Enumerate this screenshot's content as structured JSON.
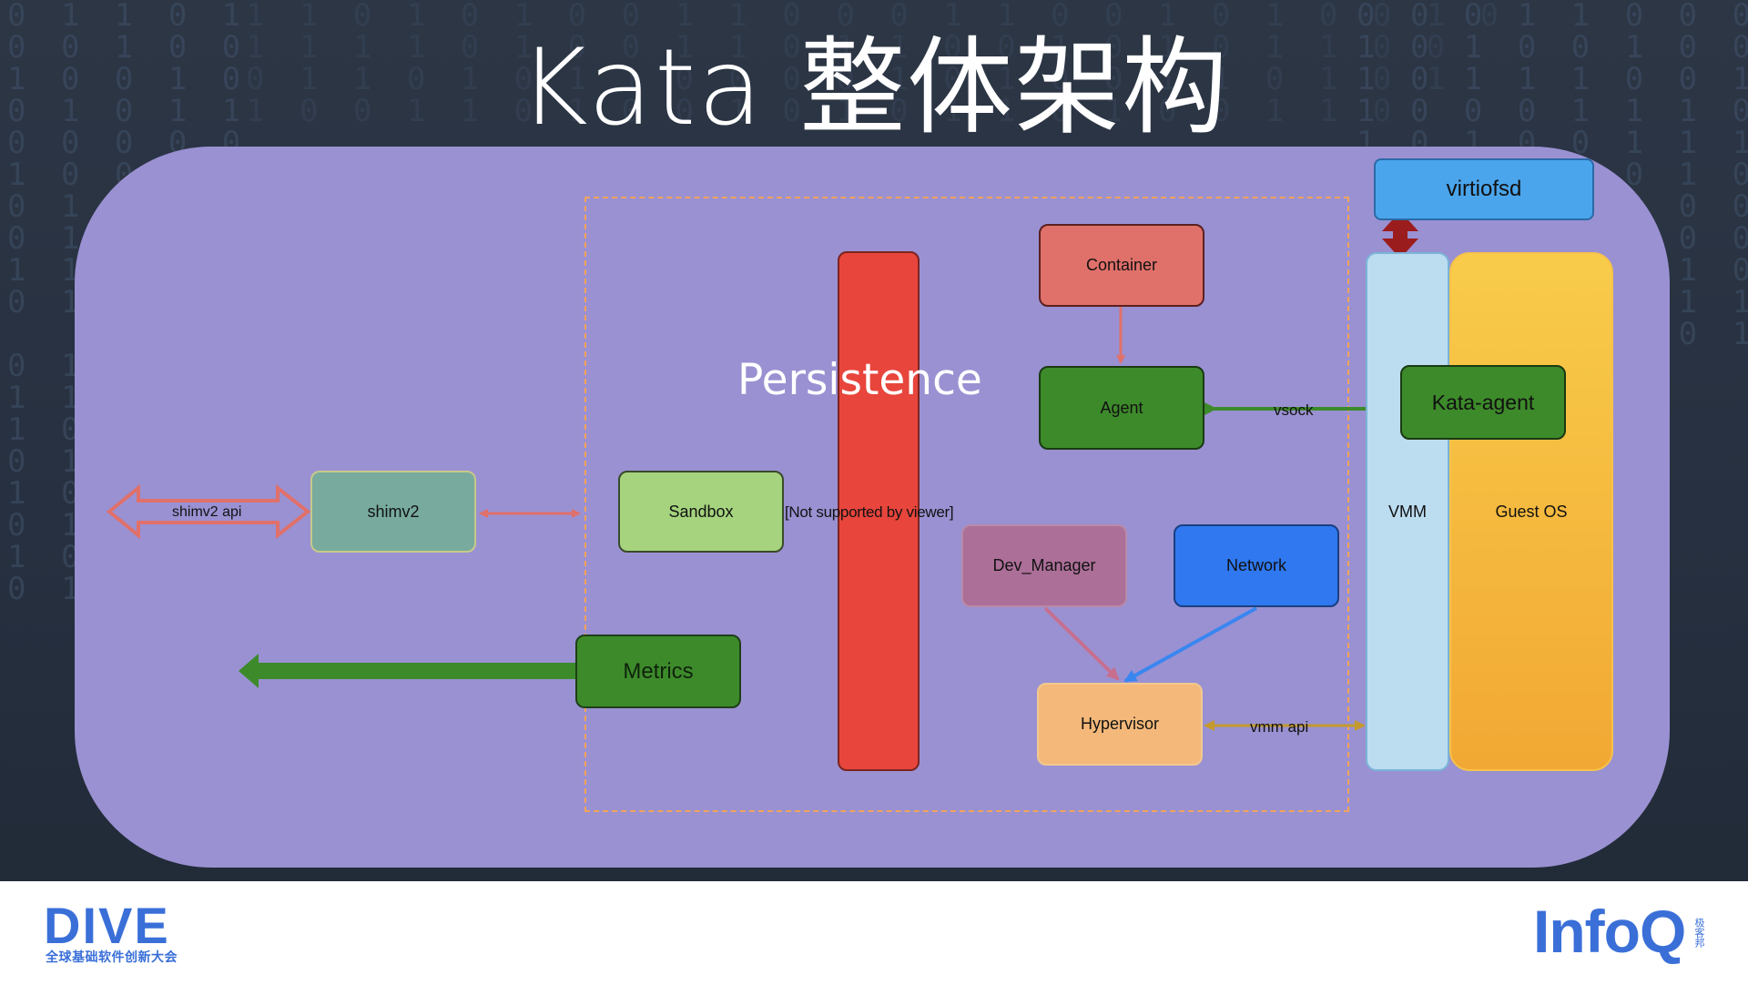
{
  "title": "Kata 整体架构",
  "diagram": {
    "shimv2_api": "shimv2 api",
    "shimv2": "shimv2",
    "sandbox": "Sandbox",
    "not_supported": "[Not supported by viewer]",
    "persistence": "Persistence",
    "metrics": "Metrics",
    "container": "Container",
    "agent": "Agent",
    "vsock": "vsock",
    "dev_manager": "Dev_Manager",
    "network": "Network",
    "hypervisor": "Hypervisor",
    "vmm_api": "vmm api",
    "vmm": "VMM",
    "guest_os": "Guest OS",
    "kata_agent": "Kata-agent",
    "virtiofsd": "virtiofsd"
  },
  "colors": {
    "panel": "#9a91d2",
    "persistence": "#e8453c",
    "container": "#e0706a",
    "agent_green": "#3d8a2b",
    "network": "#2f78f0",
    "hypervisor": "#f4b97a",
    "vmm": "#bcdcf0",
    "guest_os": "#f4b63a",
    "virtiofsd": "#4aa5ec"
  },
  "footer": {
    "left_logo": "DIVE",
    "left_logo_sub": "全球基础软件创新大会",
    "right_logo": "InfoQ",
    "right_logo_tag": "极客邦"
  }
}
